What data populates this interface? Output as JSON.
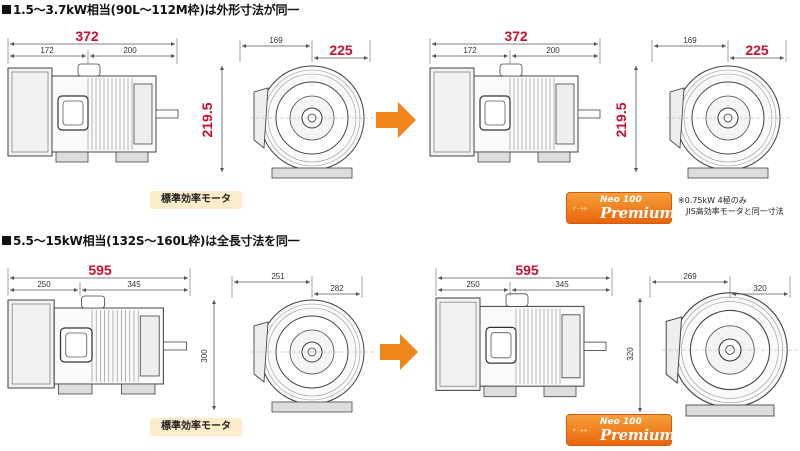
{
  "section1": {
    "heading": "1.5～3.7kW相当(90L～112M枠)は外形寸法が同一",
    "left": {
      "overall": "372",
      "d1": "172",
      "d2": "200",
      "w1": "169",
      "w2": "225",
      "height": "219.5"
    },
    "right": {
      "overall": "372",
      "d1": "172",
      "d2": "200",
      "w1": "169",
      "w2": "225",
      "height": "219.5"
    },
    "badge_standard": "標準効率モータ",
    "badge_premium": {
      "small": "ｻﾞ・ﾓｰﾀｰ",
      "neo": "Neo 100",
      "premium": "Premium"
    },
    "note": [
      "※0.75kW 4極のみ",
      "JIS高効率モータと同一寸法"
    ]
  },
  "section2": {
    "heading": "5.5～15kW相当(132S～160L枠)は全長寸法を同一",
    "left": {
      "overall": "595",
      "d1": "250",
      "d2": "345",
      "w1": "251",
      "w2": "282",
      "height": "300"
    },
    "right": {
      "overall": "595",
      "d1": "250",
      "d2": "345",
      "w1": "269",
      "w2": "320",
      "height": "320"
    },
    "badge_standard": "標準効率モータ",
    "badge_premium": {
      "small": "ｻﾞ・ﾓｰﾀｰ",
      "neo": "Neo 100",
      "premium": "Premium"
    }
  },
  "colors": {
    "dimension_red": "#c8102e",
    "arrow_orange": "#f08519",
    "badge_cream": "#fdeccb"
  }
}
